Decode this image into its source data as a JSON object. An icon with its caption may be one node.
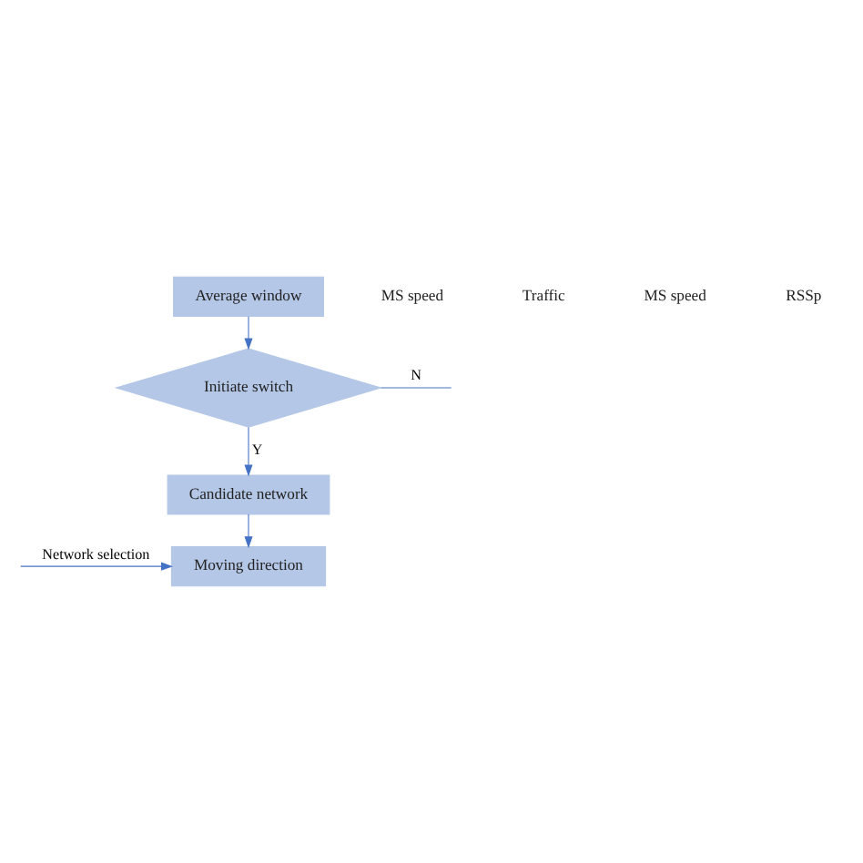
{
  "diagram": {
    "nodes": [
      {
        "text": [
          "Average window"
        ]
      },
      {
        "text": [
          "Initiate switch"
        ]
      },
      {
        "text": [
          "Candidate network"
        ]
      },
      {
        "text": [
          "Moving direction"
        ]
      }
    ],
    "edges": [
      {
        "from": 0,
        "to": 1,
        "arrow": "to"
      },
      {
        "from": 1,
        "to": null,
        "arrow": "none",
        "label": "N"
      },
      {
        "from": 1,
        "to": 2,
        "arrow": "to",
        "label": "Y"
      },
      {
        "from": 2,
        "to": 3,
        "arrow": "to"
      },
      {
        "from": null,
        "to": 3,
        "arrow": "to",
        "label": "Network selection"
      }
    ],
    "labels": [
      "MS speed",
      "Traffic",
      "MS speed",
      "RSSp"
    ]
  }
}
